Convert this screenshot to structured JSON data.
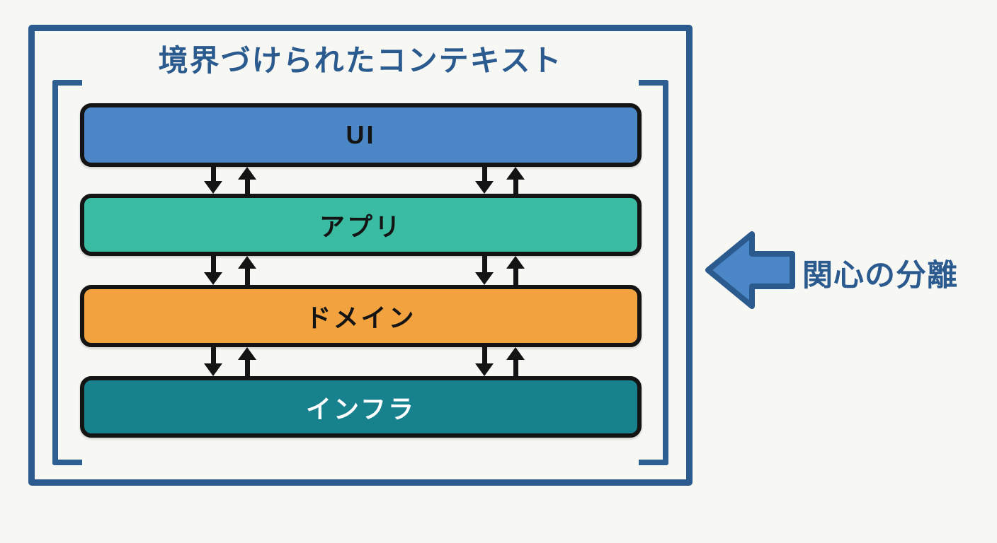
{
  "diagram": {
    "title": "境界づけられたコンテキスト",
    "layers": [
      {
        "id": "ui",
        "label": "UI",
        "fill": "#4b86c6",
        "text_color": "#141414"
      },
      {
        "id": "app",
        "label": "アプリ",
        "fill": "#3abca3",
        "text_color": "#141414"
      },
      {
        "id": "domain",
        "label": "ドメイン",
        "fill": "#f2a340",
        "text_color": "#141414"
      },
      {
        "id": "infra",
        "label": "インフラ",
        "fill": "#17818d",
        "text_color": "#ffffff"
      }
    ],
    "connectors": {
      "style": "bidirectional",
      "color": "#141414",
      "pairs_per_gap": 2,
      "gaps": [
        "UI-アプリ",
        "アプリ-ドメイン",
        "ドメイン-インフラ"
      ]
    },
    "annotation": {
      "label": "関心の分離",
      "arrow_direction": "left",
      "arrow_fill": "#4b86c6",
      "arrow_stroke": "#2a5a8e"
    },
    "colors": {
      "frame": "#2a5a8e",
      "bracket": "#2e5f93",
      "title_text": "#2a5a8e",
      "background": "#f7f7f4"
    }
  }
}
